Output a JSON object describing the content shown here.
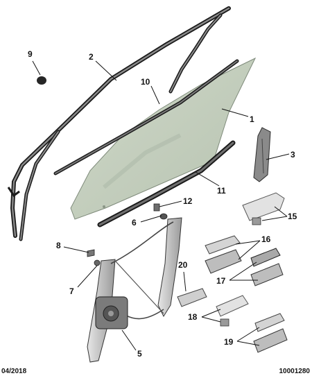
{
  "diagram": {
    "callouts": [
      "1",
      "2",
      "3",
      "5",
      "6",
      "7",
      "8",
      "9",
      "10",
      "11",
      "12",
      "15",
      "16",
      "17",
      "18",
      "19",
      "20"
    ]
  },
  "footer": {
    "date_code": "04/2018",
    "doc_number": "10001280"
  }
}
